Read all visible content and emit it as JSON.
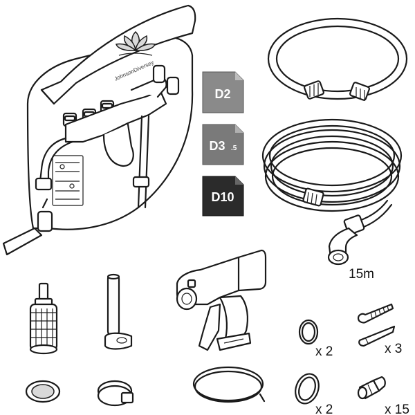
{
  "dispenser": {
    "brand": "JohnsonDiversey"
  },
  "badges": [
    {
      "label": "D2",
      "sub": ""
    },
    {
      "label": "D3",
      "sub": ".5"
    },
    {
      "label": "D10",
      "sub": ""
    }
  ],
  "hose_long": {
    "length_label": "15m"
  },
  "quantities": {
    "o_ring_small": "x 2",
    "screw_plug": "x 3",
    "o_ring_large": "x 2",
    "nozzle_tip": "x 15"
  },
  "colors": {
    "badge_light": "#8a8a8a",
    "badge_mid": "#7a7a7a",
    "badge_dark": "#2b2b2b",
    "line": "#1a1a1a"
  }
}
